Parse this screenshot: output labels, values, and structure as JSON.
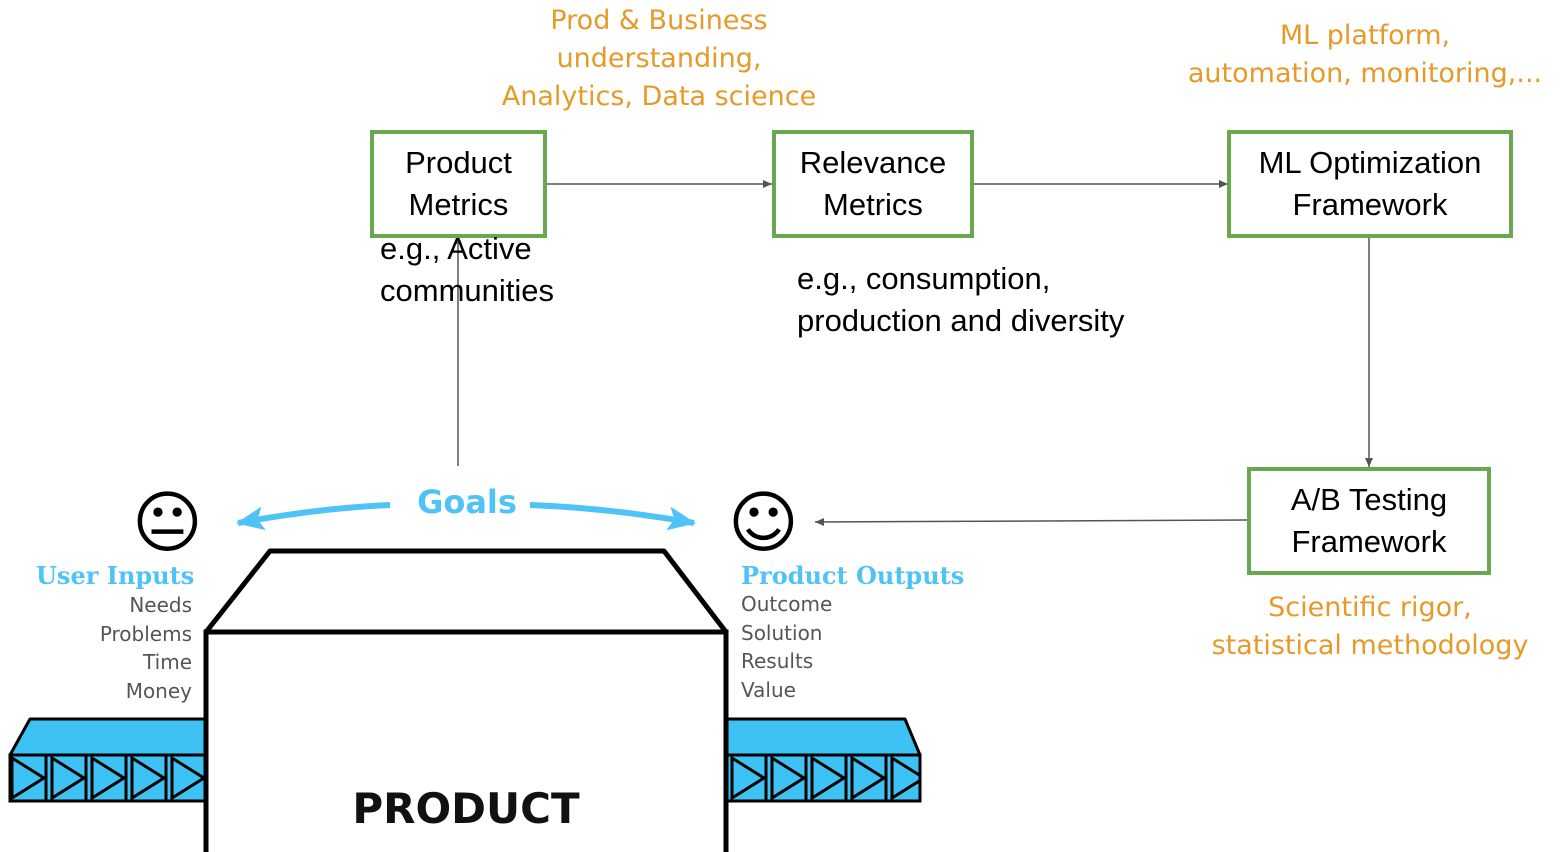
{
  "notes": {
    "product": [
      "Prod & Business",
      "understanding,",
      "Analytics, Data science"
    ],
    "platform": [
      "ML platform,",
      "automation, monitoring,..."
    ],
    "rigor": [
      "Scientific rigor,",
      "statistical methodology"
    ]
  },
  "boxes": {
    "product_metrics": [
      "Product",
      "Metrics"
    ],
    "relevance_metrics": [
      "Relevance",
      "Metrics"
    ],
    "ml_optimization": [
      "ML Optimization",
      "Framework"
    ],
    "ab_testing": [
      "A/B Testing",
      "Framework"
    ]
  },
  "examples": {
    "product": [
      "e.g., Active",
      "communities"
    ],
    "relevance": [
      "e.g., consumption,",
      "production and diversity"
    ]
  },
  "product_diagram": {
    "goals_label": "Goals",
    "product_label": "PRODUCT",
    "user_inputs": {
      "title": "User Inputs",
      "items": [
        "Needs",
        "Problems",
        "Time",
        "Money"
      ],
      "face": "😐"
    },
    "product_outputs": {
      "title": "Product Outputs",
      "items": [
        "Outcome",
        "Solution",
        "Results",
        "Value"
      ],
      "face": "☺"
    }
  },
  "colors": {
    "box_border": "#6aa84f",
    "note_text": "#e69a28",
    "accent_blue": "#4fc3f7",
    "conveyor_blue": "#3ec1f3",
    "arrow": "#555555"
  }
}
